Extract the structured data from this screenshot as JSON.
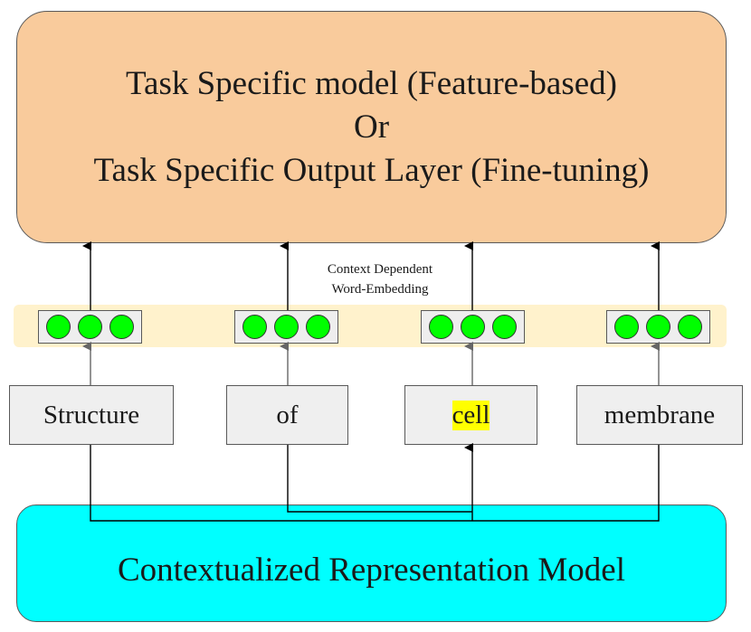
{
  "task_box": {
    "lines": [
      "Task Specific model (Feature-based)",
      "Or",
      "Task Specific Output Layer (Fine-tuning)"
    ]
  },
  "embedding_label": {
    "line1": "Context Dependent",
    "line2": "Word-Embedding"
  },
  "tokens": [
    {
      "text": "Structure",
      "highlighted": false
    },
    {
      "text": "of",
      "highlighted": false
    },
    {
      "text": "cell",
      "highlighted": true
    },
    {
      "text": "membrane",
      "highlighted": false
    }
  ],
  "model_box": {
    "label": "Contextualized Representation Model"
  },
  "colors": {
    "task_box": "#f9cb9c",
    "embedding_band": "#fff2cc",
    "embedding_dot": "#00ff00",
    "token_box": "#efefef",
    "highlight": "#ffff00",
    "model_box": "#00ffff"
  }
}
